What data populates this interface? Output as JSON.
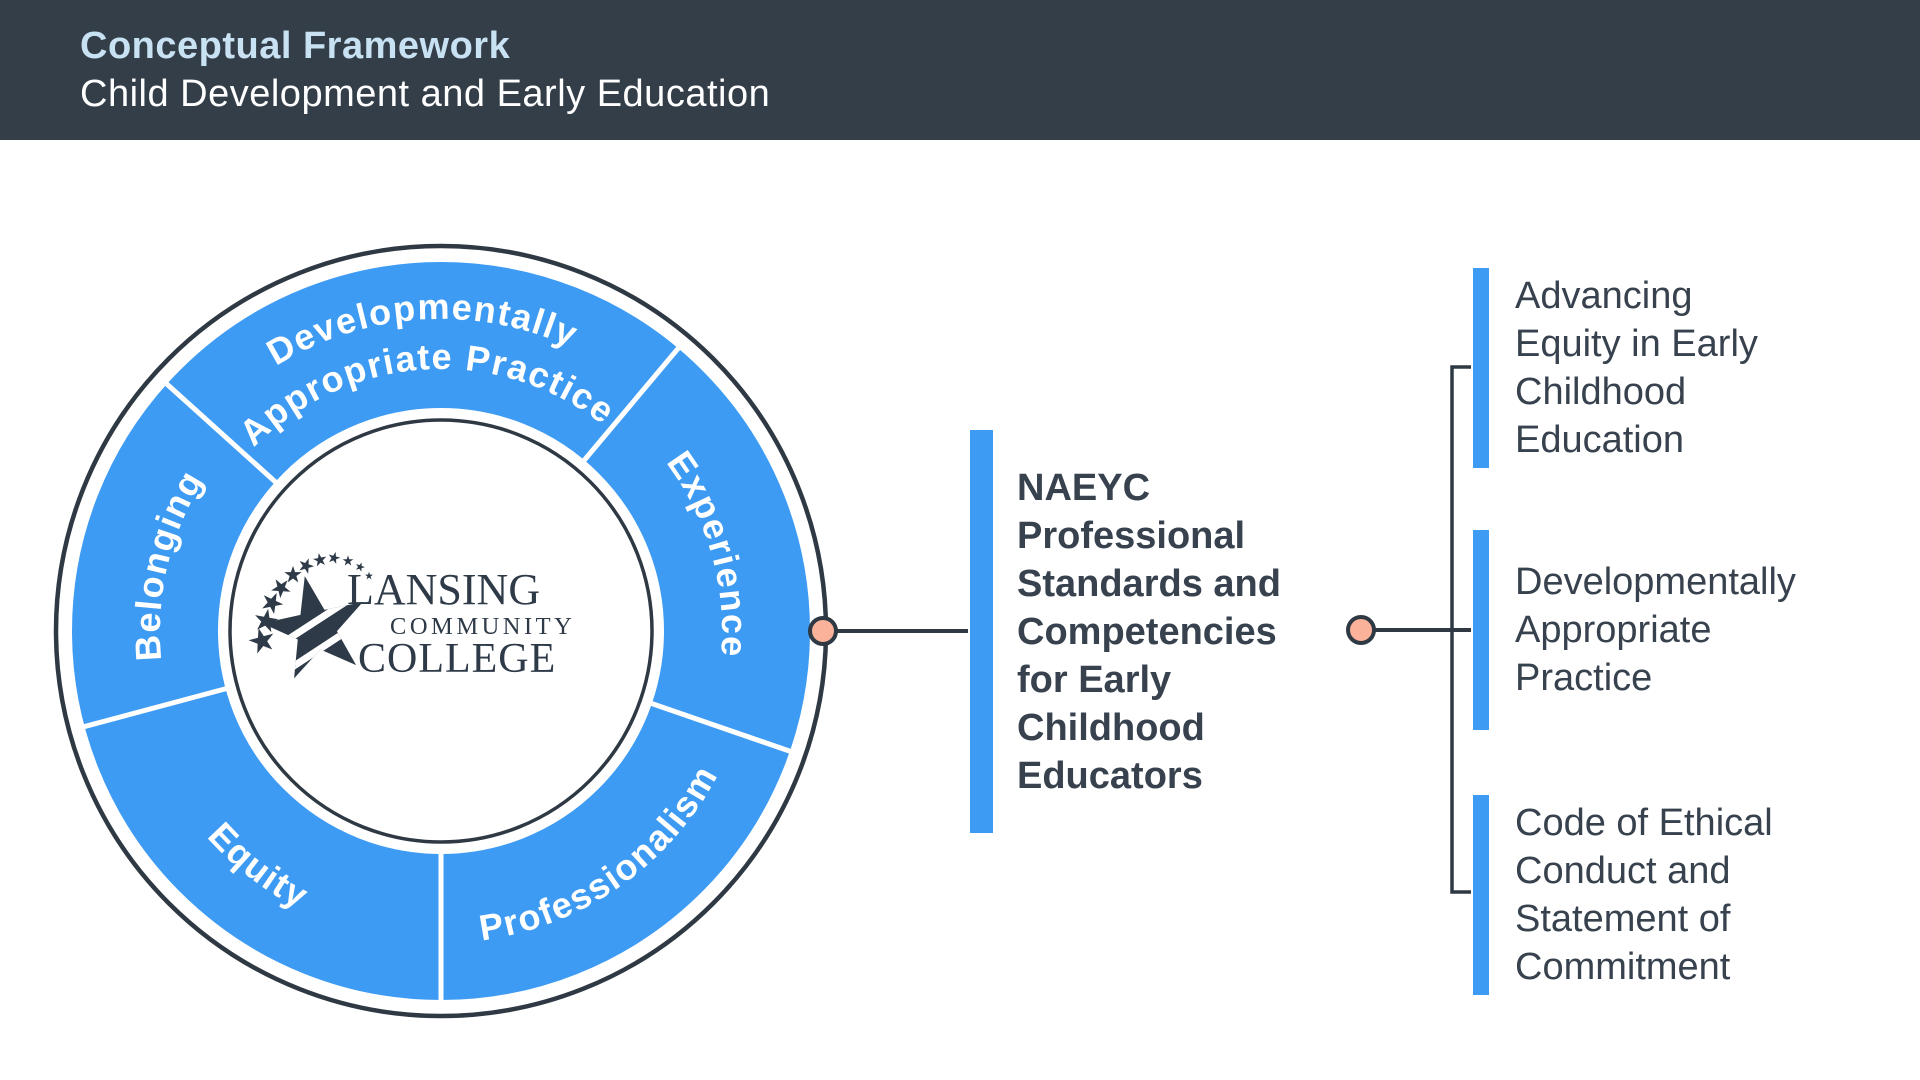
{
  "header": {
    "title": "Conceptual Framework",
    "subtitle": "Child Development and Early Education"
  },
  "wheel": {
    "segments": {
      "dap_line1": "Developmentally",
      "dap_line2": "Appropriate Practice",
      "experience": "Experience",
      "professionalism": "Professionalism",
      "equity": "Equity",
      "belonging": "Belonging"
    },
    "logo": {
      "line1": "LANSING",
      "line2": "COMMUNITY",
      "line3": "COLLEGE"
    }
  },
  "center_item": {
    "label": "NAEYC\nProfessional\nStandards and\nCompetencies\nfor Early\nChildhood\nEducators"
  },
  "right_items": [
    {
      "label": "Advancing\nEquity in Early\nChildhood\nEducation"
    },
    {
      "label": "Developmentally\nAppropriate\nPractice"
    },
    {
      "label": "Code of Ethical\nConduct and\nStatement of\nCommitment"
    }
  ],
  "colors": {
    "accent_blue": "#3E9BF3",
    "dark_slate": "#333E48",
    "line_dark": "#2E3944",
    "peach_node": "#FBB29A",
    "header_title_blue": "#C8E2F4",
    "ring_text": "#FFFFFF"
  }
}
